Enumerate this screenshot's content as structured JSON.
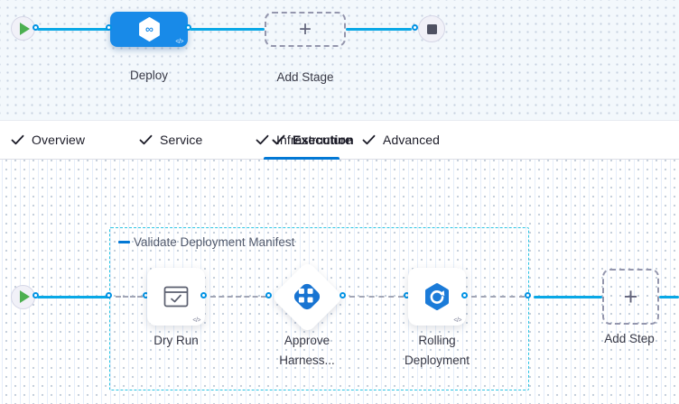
{
  "colors": {
    "accent_blue": "#0278d5",
    "line_blue": "#09a8e6",
    "connector_ring_blue": "#0092e4",
    "stage_blue": "#188ae8",
    "step_icon_blue": "#1874d2",
    "group_border_cyan": "#2bc4e4",
    "play_green": "#4caf50",
    "stop_gray": "#4f5162"
  },
  "glyphs": {
    "plus": "+",
    "code": "</>"
  },
  "stage_graph": {
    "start_icon": "play-icon",
    "end_icon": "stop-icon",
    "stage": {
      "label": "Deploy",
      "icon": "harness-hexagon-icon"
    },
    "add_stage_label": "Add Stage"
  },
  "tabs": {
    "active": "Execution",
    "items": [
      {
        "label": "Overview",
        "checked": true
      },
      {
        "label": "Service",
        "checked": true
      },
      {
        "label": "Infrastructure",
        "checked": true
      },
      {
        "label": "Execution",
        "checked": true
      },
      {
        "label": "Advanced",
        "checked": true
      }
    ]
  },
  "execution": {
    "group_label": "Validate Deployment Manifest",
    "steps": [
      {
        "label": "Dry Run",
        "icon": "dry-run-icon"
      },
      {
        "label": "Approve Harness...",
        "icon": "approval-icon"
      },
      {
        "label": "Rolling Deployment",
        "icon": "rolling-deployment-icon"
      }
    ],
    "add_step_label": "Add Step"
  }
}
